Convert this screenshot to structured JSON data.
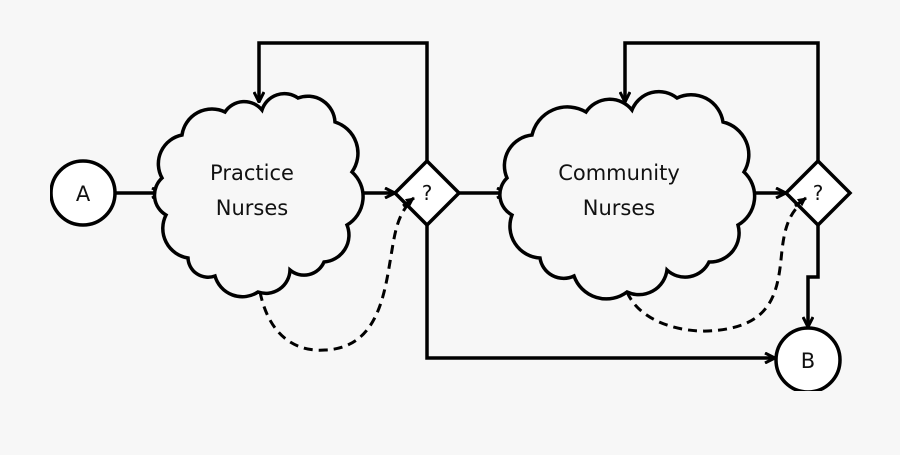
{
  "diagram": {
    "nodes": {
      "start": {
        "label": "A"
      },
      "practice": {
        "line1": "Practice",
        "line2": "Nurses"
      },
      "decision1": {
        "label": "?"
      },
      "community": {
        "line1": "Community",
        "line2": "Nurses"
      },
      "decision2": {
        "label": "?"
      },
      "end": {
        "label": "B"
      }
    },
    "colors": {
      "background": "#f7f7f7",
      "stroke": "#000000",
      "fill": "#ffffff"
    }
  }
}
